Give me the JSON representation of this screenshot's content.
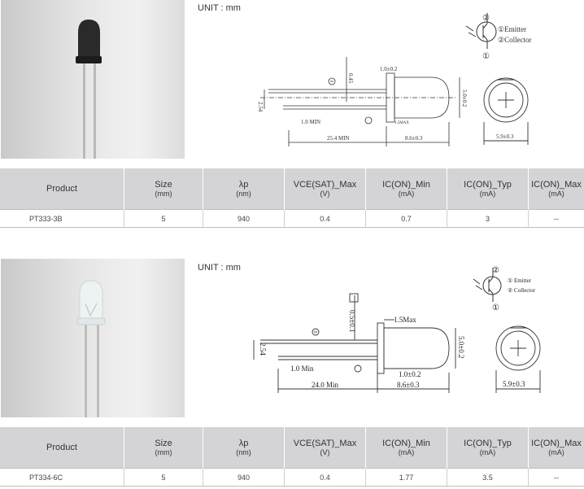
{
  "unit_label": "UNIT : mm",
  "table_headers": {
    "product": "Product",
    "size": "Size",
    "size_unit": "(mm)",
    "lambda": "λp",
    "lambda_unit": "(nm)",
    "vce": "VCE(SAT)_Max",
    "vce_unit": "(V)",
    "icon_min": "IC(ON)_Min",
    "icon_min_unit": "(mA)",
    "icon_typ": "IC(ON)_Typ",
    "icon_typ_unit": "(mA)",
    "icon_max": "IC(ON)_Max",
    "icon_max_unit": "(mA)"
  },
  "products": [
    {
      "row": {
        "product": "PT333-3B",
        "size": "5",
        "lambda": "940",
        "vce": "0.4",
        "icon_min": "0.7",
        "icon_typ": "3",
        "icon_max": "--"
      },
      "drawing": {
        "pin2": "②",
        "pin1": "①",
        "emitter": "①Emitter",
        "collector": "②Collector",
        "dim_lead_sq": "0.45",
        "dim_flange": "1.0±0.2",
        "dim_pitch": "2.54",
        "dim_min_short": "1.0 MIN",
        "dim_lead_len": "25.4 MIN",
        "dim_body_len": "8.6±0.3",
        "dim_dia": "5.0±0.2",
        "dim_flange_dia": "5.9±0.3",
        "minus": "⊖",
        "plus": "⊕",
        "note": "1.5MAX"
      }
    },
    {
      "row": {
        "product": "PT334-6C",
        "size": "5",
        "lambda": "940",
        "vce": "0.4",
        "icon_min": "1.77",
        "icon_typ": "3.5",
        "icon_max": "--"
      },
      "drawing": {
        "pin2": "②",
        "pin1": "①",
        "emitter": "① Emitter",
        "collector": "② Collector",
        "dim_lead_sq": "0.5±0.1",
        "dim_flange": "1.0±0.2",
        "dim_pitch": "2.54",
        "dim_min_short": "1.0 Min",
        "dim_lead_len": "24.0 Min",
        "dim_body_len": "8.6±0.3",
        "dim_dia": "5.0±0.2",
        "dim_flange_dia": "5.9±0.3",
        "minus": "⊖",
        "plus": "⊕",
        "note": "1.5Max"
      }
    }
  ]
}
